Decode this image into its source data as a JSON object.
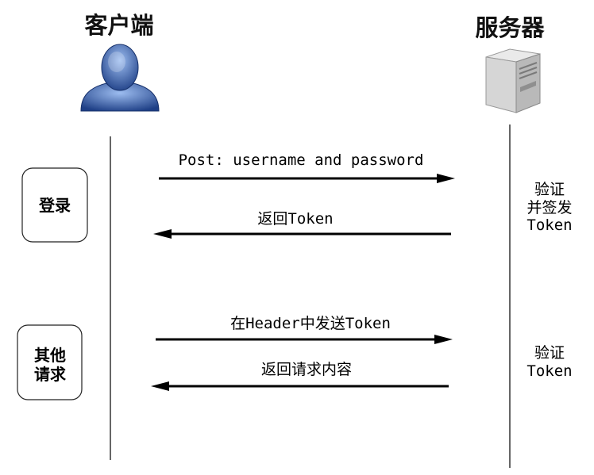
{
  "client": {
    "title": "客户端",
    "icon": "user-icon"
  },
  "server": {
    "title": "服务器",
    "icon": "server-icon"
  },
  "phases": [
    {
      "label_lines": [
        "登录"
      ],
      "request": "Post: username and password",
      "response": "返回Token",
      "server_action_lines": [
        "验证",
        "并签发",
        "Token"
      ]
    },
    {
      "label_lines": [
        "其他",
        "请求"
      ],
      "request": "在Header中发送Token",
      "response": "返回请求内容",
      "server_action_lines": [
        "验证",
        "Token"
      ]
    }
  ],
  "colors": {
    "line": "#000000",
    "avatar": "#1e3f86",
    "avatar_highlight": "#9dbdf0",
    "server_body": "#d6d6d6"
  }
}
